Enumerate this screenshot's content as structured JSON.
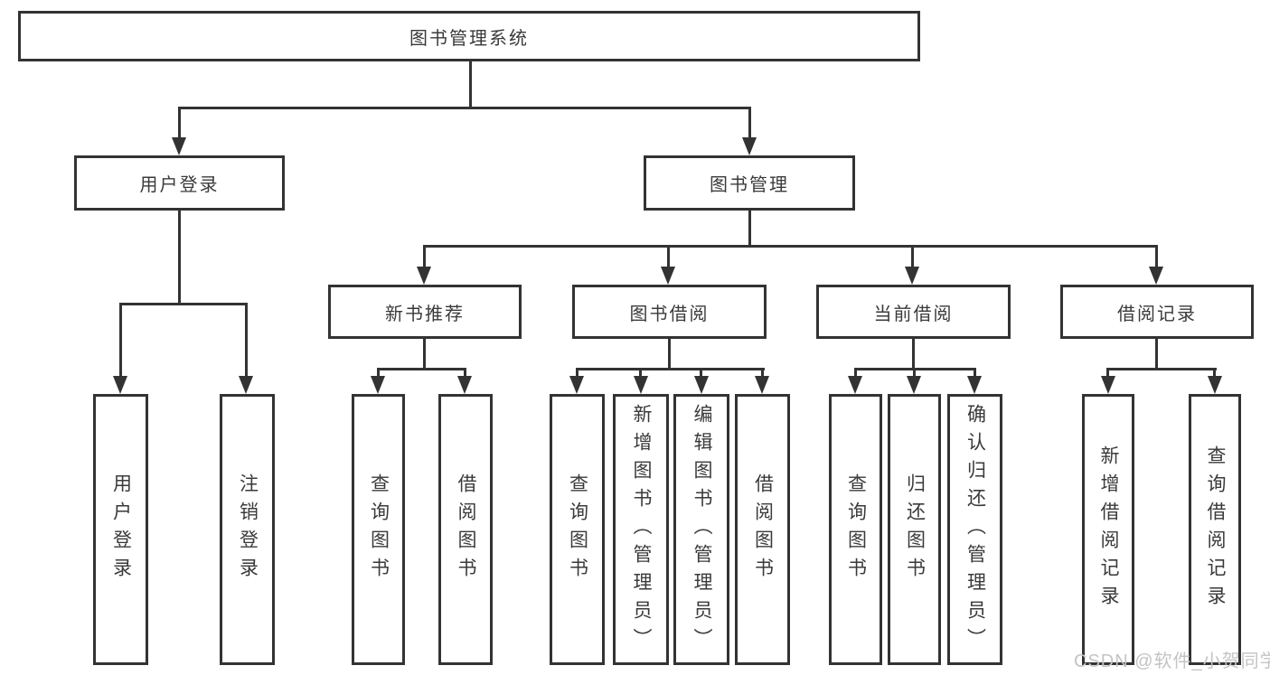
{
  "diagram": {
    "title": "图书管理系统",
    "branches": [
      {
        "label": "用户登录",
        "children": [
          {
            "label": "用户登录"
          },
          {
            "label": "注销登录"
          }
        ]
      },
      {
        "label": "图书管理",
        "children": [
          {
            "label": "新书推荐",
            "children": [
              {
                "label": "查询图书"
              },
              {
                "label": "借阅图书"
              }
            ]
          },
          {
            "label": "图书借阅",
            "children": [
              {
                "label": "查询图书"
              },
              {
                "label": "新增图书（管理员）"
              },
              {
                "label": "编辑图书（管理员）"
              },
              {
                "label": "借阅图书"
              }
            ]
          },
          {
            "label": "当前借阅",
            "children": [
              {
                "label": "查询图书"
              },
              {
                "label": "归还图书"
              },
              {
                "label": "确认归还（管理员）"
              }
            ]
          },
          {
            "label": "借阅记录",
            "children": [
              {
                "label": "新增借阅记录"
              },
              {
                "label": "查询借阅记录"
              }
            ]
          }
        ]
      }
    ]
  },
  "watermark": {
    "text": "CSDN @软件_小贺同学"
  },
  "colors": {
    "line": "#333333",
    "text": "#3a3a3a",
    "box_background": "#ffffff",
    "watermark": "#c4c4c4"
  }
}
